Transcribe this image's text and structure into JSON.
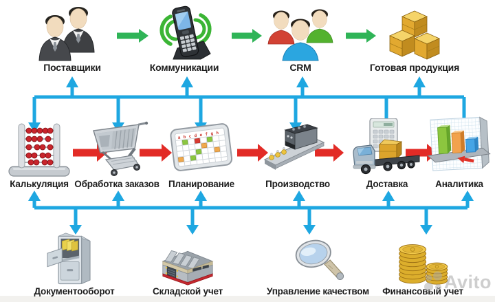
{
  "colors": {
    "flow_green": "#2fb457",
    "flow_red": "#e22b26",
    "connector_blue": "#1ea7e1",
    "label_text": "#1c1c1c"
  },
  "rows": {
    "top": {
      "items": [
        {
          "id": "suppliers",
          "label": "Поставщики",
          "icon": "businessmen-icon"
        },
        {
          "id": "communications",
          "label": "Коммуникации",
          "icon": "mobile-phone-icon"
        },
        {
          "id": "crm",
          "label": "CRM",
          "icon": "customer-group-icon"
        },
        {
          "id": "finished-goods",
          "label": "Готовая продукция",
          "icon": "crates-icon"
        }
      ]
    },
    "middle": {
      "items": [
        {
          "id": "calculation",
          "label": "Калькуляция",
          "icon": "abacus-icon"
        },
        {
          "id": "order-processing",
          "label": "Обработка заказов",
          "icon": "shopping-cart-icon"
        },
        {
          "id": "planning",
          "label": "Планирование",
          "icon": "calendar-icon"
        },
        {
          "id": "production",
          "label": "Производство",
          "icon": "conveyor-machine-icon"
        },
        {
          "id": "delivery",
          "label": "Доставка",
          "icon": "truck-icon"
        },
        {
          "id": "analytics",
          "label": "Аналитика",
          "icon": "bar-chart-icon"
        }
      ]
    },
    "bottom": {
      "items": [
        {
          "id": "document-flow",
          "label": "Документооборот",
          "icon": "file-cabinet-icon"
        },
        {
          "id": "warehouse-accounting",
          "label": "Складской учет",
          "icon": "warehouse-icon"
        },
        {
          "id": "quality-management",
          "label": "Управление качеством",
          "icon": "magnifier-icon"
        },
        {
          "id": "financial-accounting",
          "label": "Финансовый учет",
          "icon": "coins-icon"
        }
      ]
    }
  },
  "watermark": {
    "text": "Avito"
  }
}
